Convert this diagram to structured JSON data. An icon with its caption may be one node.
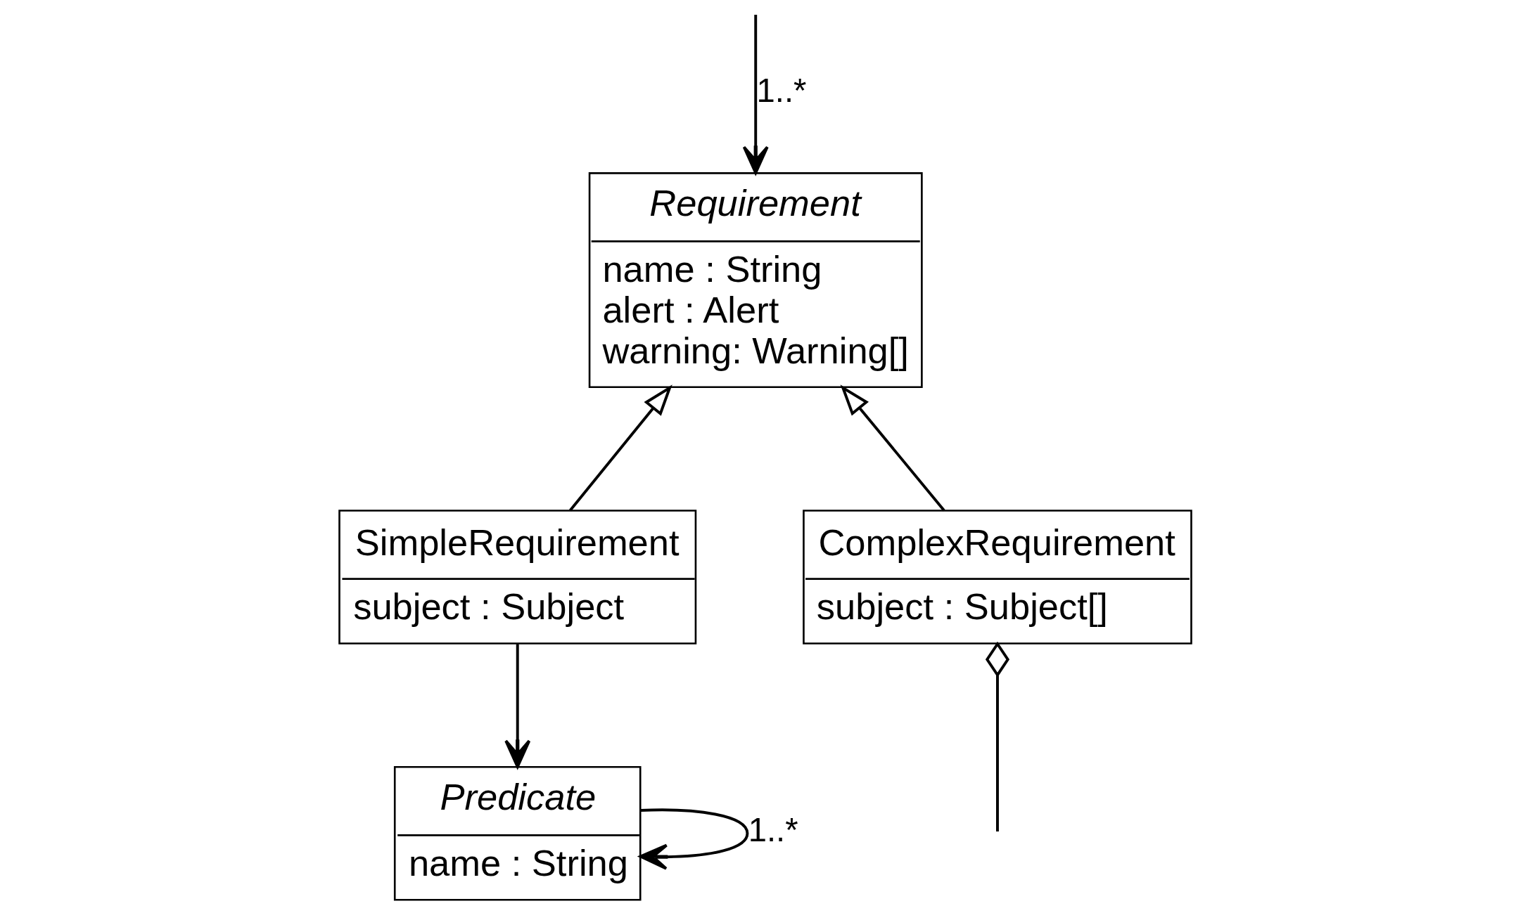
{
  "diagram": {
    "nodes": [
      {
        "text": [
          "Requirement",
          "name : String",
          "alert : Alert",
          "warning: Warning[]"
        ]
      },
      {
        "text": [
          "SimpleRequirement",
          "subject : Subject"
        ]
      },
      {
        "text": [
          "ComplexRequirement",
          "subject : Subject[]"
        ]
      },
      {
        "text": [
          "Predicate",
          "name : String"
        ]
      }
    ],
    "edges": [
      {
        "from": 1,
        "to": 0,
        "arrow": "to"
      },
      {
        "from": 2,
        "to": 0,
        "arrow": "to"
      },
      {
        "from": 1,
        "to": 3,
        "arrow": "to"
      },
      {
        "from": 3,
        "to": 3,
        "arrow": "to",
        "label": "1..*"
      },
      {
        "from": 2,
        "to": null,
        "arrow": "other"
      },
      {
        "from": null,
        "to": 0,
        "arrow": "to",
        "label": "1..*"
      }
    ]
  }
}
